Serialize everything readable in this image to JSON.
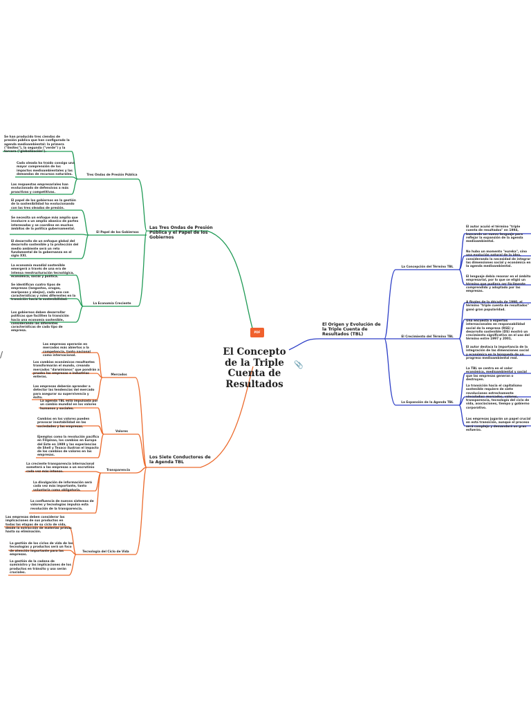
{
  "center": {
    "title": "El Concepto de la Triple Cuenta de Resultados",
    "pdf_badge": "PDF"
  },
  "colors": {
    "green": "#1f9a55",
    "orange": "#ec6a2c",
    "blue": "#2d3fc7"
  },
  "left_top": {
    "branch": "Las Tres Ondas de Presión Pública y el Papel de los Gobiernos",
    "subs": [
      {
        "label": "Tres Ondas de Presión Pública",
        "leaves": [
          "Se han producido tres ciendas de presión pública que han configurado la agenda medioambiental: la primera (\"limites\"), la segunda (\"verde\") y la tercera (\"globalización\").",
          "Cada oleada ha traído consigo una mayor comprensión de los impactos medioambientales y las demandas de recursos naturales.",
          "Las respuestas empresariales han evolucionado de defensivas a más proactivas y competitivas."
        ]
      },
      {
        "label": "El Papel de los Gobiernos",
        "leaves": [
          "El papel de los gobiernos en la gestión de la sostenibilidad ha evolucionando con las tres oleadas de presión.",
          "Se necesita un enfoque más amplio que involucre a un amplio abanico de partes interesadas y se coordine en muchos ámbitos de la política gubernamental.",
          "El desarrollo de un enfoque global del desarrollo sostenible y la protección del medio ambiente será un reto fundamental de la gobernanza en el siglo XXI."
        ]
      },
      {
        "label": "La Economía Creciente",
        "leaves": [
          "La economía mundial sostenible emergerá a través de una era de intensa reestructuración tecnológica, económica, social y política.",
          "Se identifican cuatro tipos de empresas (langostas, orugas, mariposas y abejas), cada una con características y roles diferentes en la transición hacia la sostenibilidad.",
          "Los gobiernos deben desarrollar políticas que faciliten la transición hacia una economía sostenible, considerando las diferentes características de cada tipo de empresa."
        ]
      }
    ]
  },
  "left_bottom": {
    "branch": "Los Siete Conductores de la Agenda TBL",
    "subs": [
      {
        "label": "Mercados",
        "leaves": [
          "Las empresas operarán en mercados más abiertos a la competencia, tanto nacional como internacional.",
          "Los cambios económicos resultantes transformarán el mundo, creando mercados \"darwinianos\" que pondrán a prueba las empresas e industrias enteras.",
          "Las empresas deberán aprender a detectar las tendencias del mercado para asegurar su supervivencia y éxito."
        ]
      },
      {
        "label": "Valores",
        "leaves": [
          "La agenda TBL está impulsada por un cambio mundial en los valores humanos y sociales.",
          "Cambios en los valores pueden provocar inestabilidad en las sociedades y las empresas.",
          "Ejemplos como la revolución pacífica en Filipinas, los cambios en Europa del Este en 1989 y las experiencias de Shell y Texaco ilustran el impacto de los cambios de valores en las empresas."
        ]
      },
      {
        "label": "Transparencia",
        "leaves": [
          "La creciente transparencia internacional someterá a las empresas a un escrutinio cada vez más intenso.",
          "La divulgación de información será cada vez más importante, tanto voluntaria como obligatoria.",
          "La confluencia de nuevos sistemas de valores y tecnologías impulsa esta revolución de la transparencia."
        ]
      },
      {
        "label": "Tecnología del Ciclo de Vida",
        "leaves": [
          "Las empresas deben considerar las implicaciones de sus productos en todas las etapas de su ciclo de vida, desde la extracción de materias primas hasta su eliminación.",
          "La gestión de los ciclos de vida de las tecnologías y productos será un foco de atención importante para las empresas.",
          "La gestión de la cadena de suministro y las implicaciones de los productos en tránsito y uso serán cruciales."
        ]
      }
    ]
  },
  "right": {
    "branch": "El Origen y Evolución de la Triple Cuenta de Resultados (TBL)",
    "subs": [
      {
        "label": "La Concepción del Término TBL",
        "leaves": [
          "El autor acuñó el término \"triple cuenta de resultados\" en 1994, buscando un nuevo lenguaje para reflejar la expansión de la agenda medioambiental.",
          "No hubo un momento \"eureka\", sino una evolución natural de la idea, considerando la necesidad de integrar las dimensiones social y económica en la agenda medioambiental.",
          "El lenguaje debía resonar en el ámbito empresarial, por lo que se eligió un término que pudiera ser fácilmente comprendido y adoptado por las empresas."
        ]
      },
      {
        "label": "El Crecimiento del Término TBL",
        "leaves": [
          "A finales de la década de 1990, el término \"triple cuenta de resultados\" ganó gran popularidad.",
          "Una encuesta a expertos internacionales en responsabilidad social de la empresa (RSE) y desarrollo sostenible (DS) mostró un crecimiento significativo en el uso del término entre 1997 y 2001.",
          "El autor destaca la importancia de la integración de las dimensiones social y económica en la búsqueda de un progreso medioambiental real."
        ]
      },
      {
        "label": "La Expansión de la Agenda TBL",
        "leaves": [
          "La TBL se centra en el valor económico, medioambiental y social que las empresas generan o destruyen.",
          "La transición hacia el capitalismo sostenible requiere de siete revoluciones estrechamente vinculadas: mercados, valores, transparencia, tecnología del ciclo de vida, asociaciones, tiempo y gobierno corporativo.",
          "Las empresas jugarán un papel crucial en esta transición, aunque el proceso será complejo y demandará un gran esfuerzo."
        ]
      }
    ]
  }
}
